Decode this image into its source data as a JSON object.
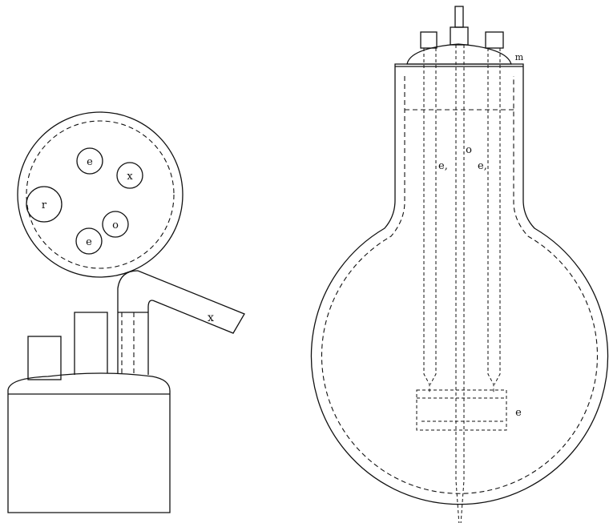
{
  "colors": {
    "ink": "#111111",
    "background": "#ffffff"
  },
  "top_view": {
    "ports": [
      {
        "id": "e-top",
        "label": "e"
      },
      {
        "id": "x",
        "label": "x"
      },
      {
        "id": "r",
        "label": "r"
      },
      {
        "id": "o",
        "label": "o"
      },
      {
        "id": "e-bottom",
        "label": "e"
      }
    ]
  },
  "side_view": {
    "side_tube_label": "x"
  },
  "flask_view": {
    "labels": {
      "lid": "m",
      "electrode_left": "e,",
      "center_tube": "o",
      "electrode_right": "e,",
      "bottom_ring": "e"
    }
  }
}
